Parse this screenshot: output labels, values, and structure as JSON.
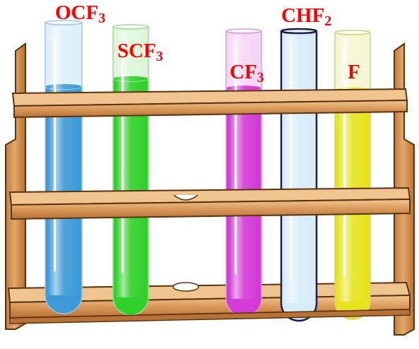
{
  "colors": {
    "wood": "#d99a5b",
    "wood_dark": "#5a3310",
    "wood_light": "#f0c48e",
    "label": "#ff0000"
  },
  "tubes": [
    {
      "name": "tube-ocf3",
      "label_main": "OCF",
      "label_sub": "3",
      "liquid": "#3d9ad6",
      "level": 0.78,
      "glass": "#d6ecf7"
    },
    {
      "name": "tube-scf3",
      "label_main": "SCF",
      "label_sub": "3",
      "liquid": "#2fd12a",
      "level": 0.82,
      "glass": "#d4f5cf"
    },
    {
      "name": "tube-cf3",
      "label_main": "CF",
      "label_sub": "3",
      "liquid": "#d33bd6",
      "level": 0.8,
      "glass": "#f3cdf3"
    },
    {
      "name": "tube-chf2",
      "label_main": "CHF",
      "label_sub": "2",
      "liquid": "#d7ecf8",
      "level": 1.0,
      "glass": "#e8f4fb"
    },
    {
      "name": "tube-f",
      "label_main": "F",
      "label_sub": "",
      "liquid": "#e7e41e",
      "level": 0.8,
      "glass": "#f2f5c7"
    }
  ]
}
